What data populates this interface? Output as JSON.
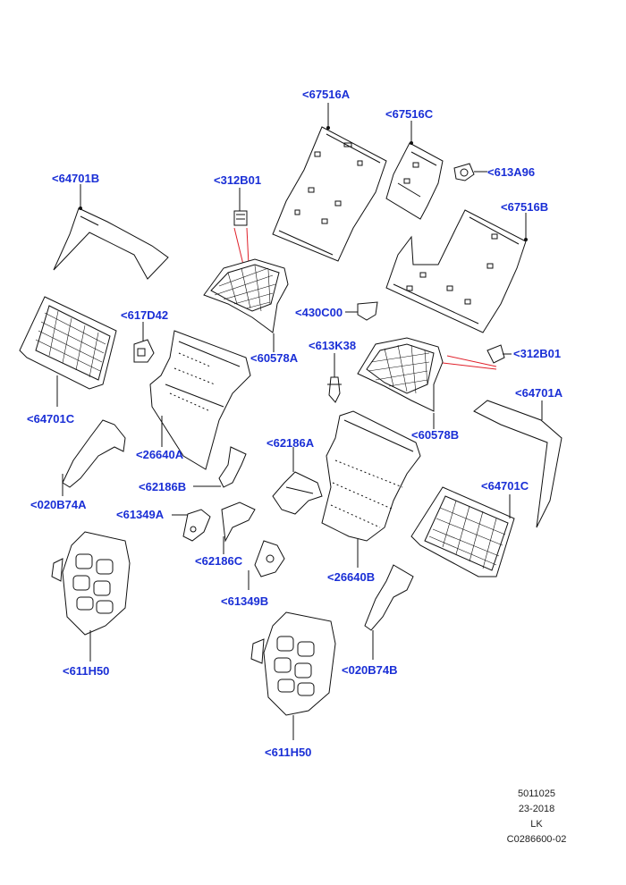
{
  "labels": {
    "l_67516A": "<67516A",
    "l_67516C": "<67516C",
    "l_613A96": "<613A96",
    "l_64701B": "<64701B",
    "l_312B01_left": "<312B01",
    "l_67516B": "<67516B",
    "l_617D42": "<617D42",
    "l_430C00": "<430C00",
    "l_613K38": "<613K38",
    "l_312B01_right": "<312B01",
    "l_60578A": "<60578A",
    "l_64701A": "<64701A",
    "l_64701C_left": "<64701C",
    "l_26640A": "<26640A",
    "l_62186A": "<62186A",
    "l_60578B": "<60578B",
    "l_020B74A": "<020B74A",
    "l_62186B": "<62186B",
    "l_64701C_right": "<64701C",
    "l_61349A": "<61349A",
    "l_62186C": "<62186C",
    "l_26640B": "<26640B",
    "l_61349B": "<61349B",
    "l_611H50_left": "<611H50",
    "l_020B74B": "<020B74B",
    "l_611H50_bottom": "<611H50"
  },
  "footer": {
    "line1": "5011025",
    "line2": "23-2018",
    "line3": "LK",
    "line4": "C0286600-02"
  },
  "colors": {
    "label": "#1a2fd6",
    "leader_red": "#e0202a",
    "line": "#111111"
  }
}
